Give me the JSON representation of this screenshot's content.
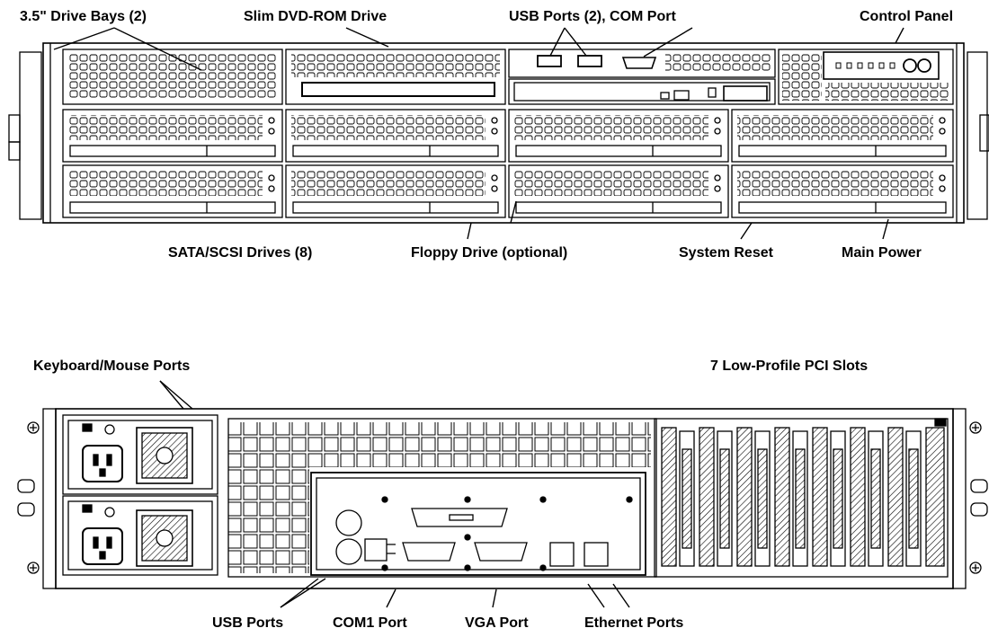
{
  "front_labels": {
    "drive_bays": "3.5\" Drive Bays (2)",
    "dvd": "Slim DVD-ROM Drive",
    "usb_com": "USB Ports (2), COM Port",
    "control_panel": "Control Panel",
    "sata": "SATA/SCSI Drives (8)",
    "floppy": "Floppy Drive (optional)",
    "reset": "System Reset",
    "power": "Main Power"
  },
  "rear_labels": {
    "kb_mouse": "Keyboard/Mouse Ports",
    "pci": "7 Low-Profile PCI Slots",
    "usb": "USB Ports",
    "com1": "COM1 Port",
    "vga": "VGA Port",
    "ethernet": "Ethernet Ports"
  }
}
